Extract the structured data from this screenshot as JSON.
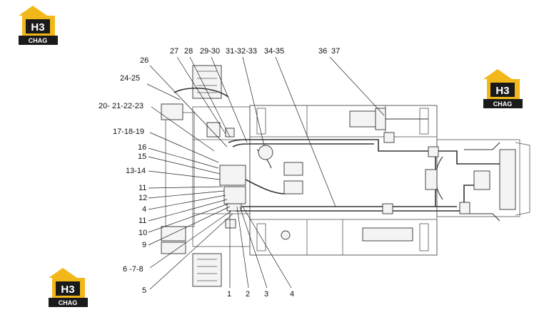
{
  "logos": [
    {
      "id": "logo-top-left",
      "mark": "H3",
      "brand": "CHAG"
    },
    {
      "id": "logo-right",
      "mark": "H3",
      "brand": "CHAG"
    },
    {
      "id": "logo-bottom-left",
      "mark": "H3",
      "brand": "CHAG"
    }
  ],
  "callouts_top": [
    {
      "id": "26",
      "label": "26"
    },
    {
      "id": "24-25",
      "label": "24-25"
    },
    {
      "id": "27",
      "label": "27"
    },
    {
      "id": "28",
      "label": "28"
    },
    {
      "id": "29-30",
      "label": "29-30"
    },
    {
      "id": "31-32-33",
      "label": "31-32-33"
    },
    {
      "id": "34-35",
      "label": "34-35"
    },
    {
      "id": "36",
      "label": "36"
    },
    {
      "id": "37",
      "label": "37"
    }
  ],
  "callouts_left": [
    {
      "id": "20-21-22-23",
      "label": "20- 21-22-23"
    },
    {
      "id": "17-18-19",
      "label": "17-18-19"
    },
    {
      "id": "16",
      "label": "16"
    },
    {
      "id": "15",
      "label": "15"
    },
    {
      "id": "13-14",
      "label": "13-14"
    },
    {
      "id": "11a",
      "label": "11"
    },
    {
      "id": "12",
      "label": "12"
    },
    {
      "id": "4a",
      "label": "4"
    },
    {
      "id": "11b",
      "label": "11"
    },
    {
      "id": "10",
      "label": "10"
    },
    {
      "id": "9",
      "label": "9"
    },
    {
      "id": "6-7-8",
      "label": "6 -7-8"
    },
    {
      "id": "5",
      "label": "5"
    }
  ],
  "callouts_bottom": [
    {
      "id": "1",
      "label": "1"
    },
    {
      "id": "2",
      "label": "2"
    },
    {
      "id": "3",
      "label": "3"
    },
    {
      "id": "4b",
      "label": "4"
    }
  ]
}
